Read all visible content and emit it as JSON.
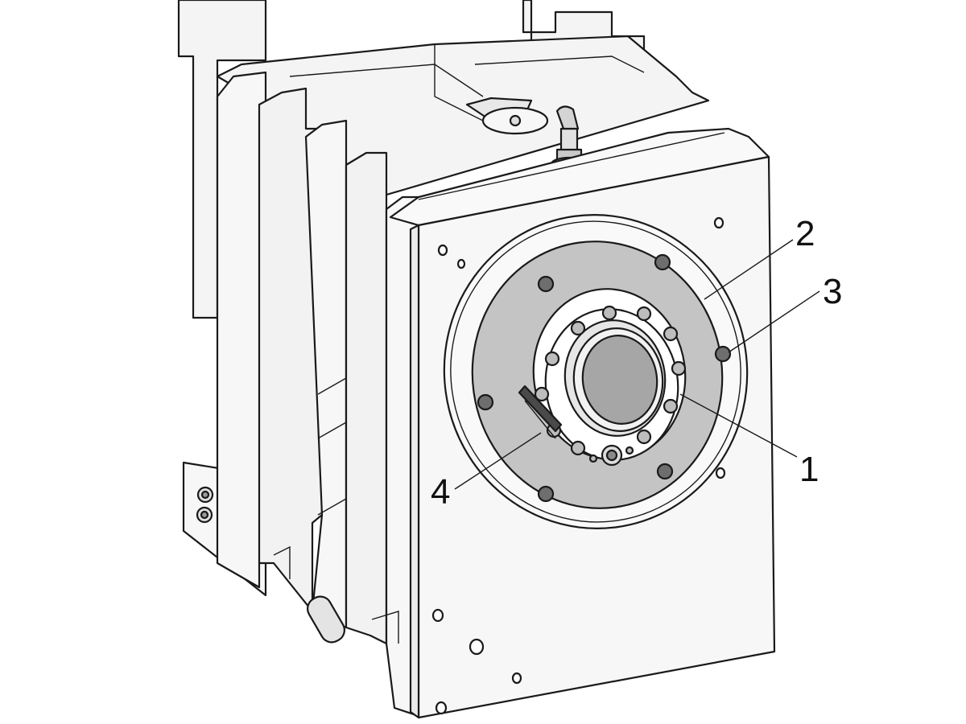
{
  "diagram": {
    "callouts": [
      {
        "id": "1",
        "label": "1"
      },
      {
        "id": "2",
        "label": "2"
      },
      {
        "id": "3",
        "label": "3"
      },
      {
        "id": "4",
        "label": "4"
      }
    ]
  },
  "colors": {
    "line": "#1a1a1a",
    "body": "#f2f2f2",
    "ring": "#c4c4c4",
    "hub": "#a6a6a6",
    "bolt": "#6e6e6e",
    "slot": "#4a4a4a"
  }
}
